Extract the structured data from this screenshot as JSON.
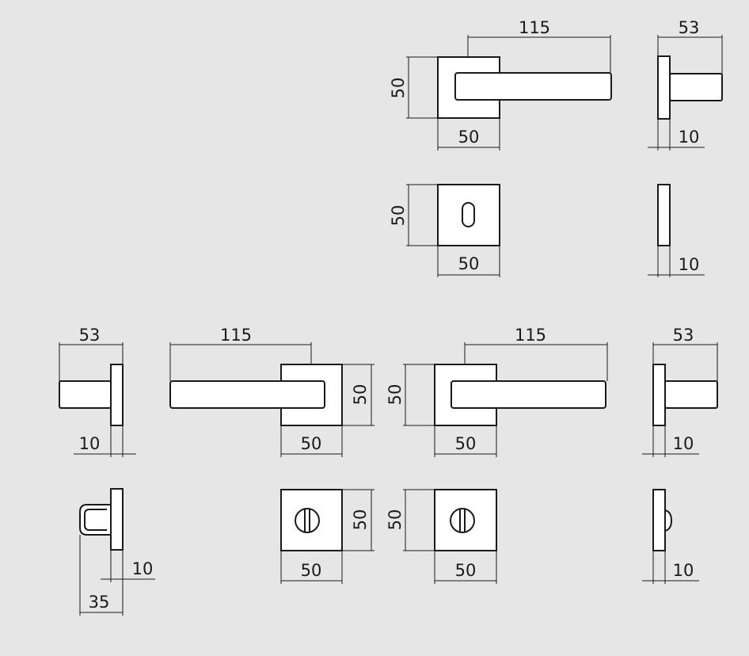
{
  "colors": {
    "background": "#e6e6e7",
    "part_fill": "#ffffff",
    "line": "#1a1a1a"
  },
  "dimensions": {
    "lever_length": "115",
    "rose_size": "50",
    "projection": "53",
    "rose_thickness": "10",
    "thumbturn_projection": "35"
  }
}
